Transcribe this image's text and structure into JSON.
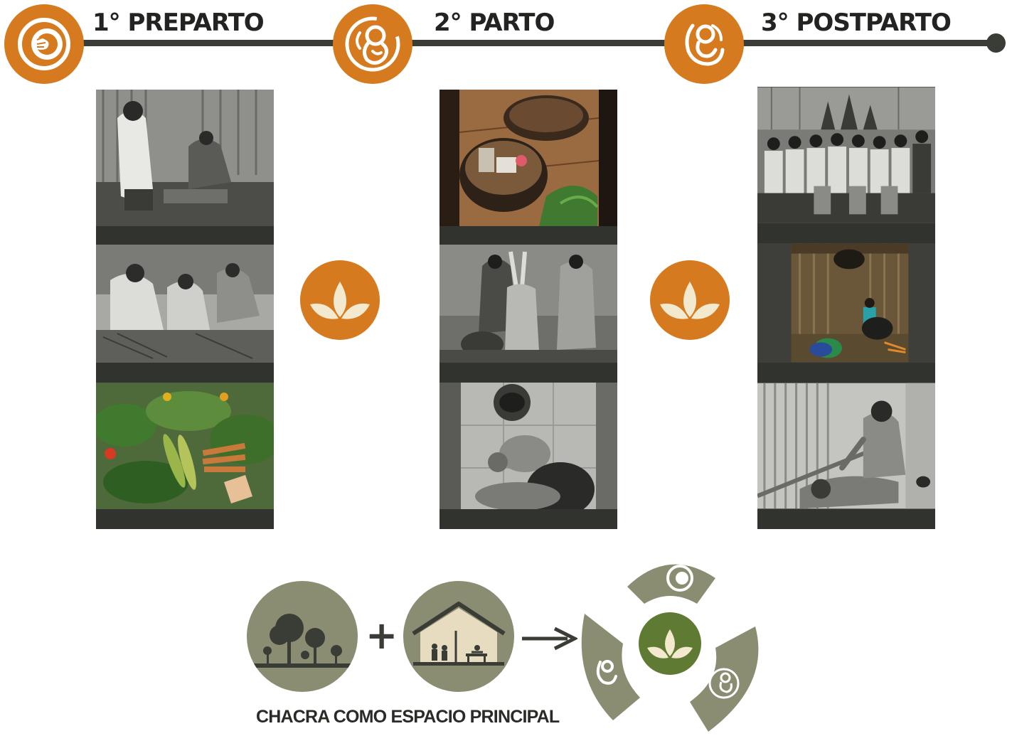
{
  "timeline": {
    "stages": [
      {
        "label": "1° PREPARTO",
        "icon": "hand-womb-icon"
      },
      {
        "label": "2° PARTO",
        "icon": "fetus-icon"
      },
      {
        "label": "3° POSTPARTO",
        "icon": "mother-baby-icon"
      }
    ]
  },
  "colors": {
    "accent_orange": "#d57a1e",
    "dark": "#3a3c36",
    "olive": "#8a8d72",
    "green": "#5f7a32"
  },
  "photo_columns": [
    {
      "stage": "1° PREPARTO",
      "photos": [
        "bamboo-hut-interior-photo",
        "women-preparing-herbs-photo",
        "harvested-plants-on-leaves-photo"
      ]
    },
    {
      "stage": "2° PARTO",
      "photos": [
        "gourd-bowls-with-remedies-photo",
        "women-assisting-birth-photo",
        "newborn-overhead-photo"
      ]
    },
    {
      "stage": "3° POSTPARTO",
      "photos": [
        "community-group-photo",
        "house-hearth-interior-photo",
        "postpartum-massage-photo"
      ]
    }
  ],
  "connector_icons": [
    "leaf-sprout-icon",
    "leaf-sprout-icon"
  ],
  "bottom": {
    "label": "CHACRA COMO ESPACIO PRINCIPAL",
    "plus": "+",
    "icons": [
      "chacra-trees-icon",
      "house-icon",
      "arrow-icon",
      "cycle-diagram-icon"
    ]
  }
}
